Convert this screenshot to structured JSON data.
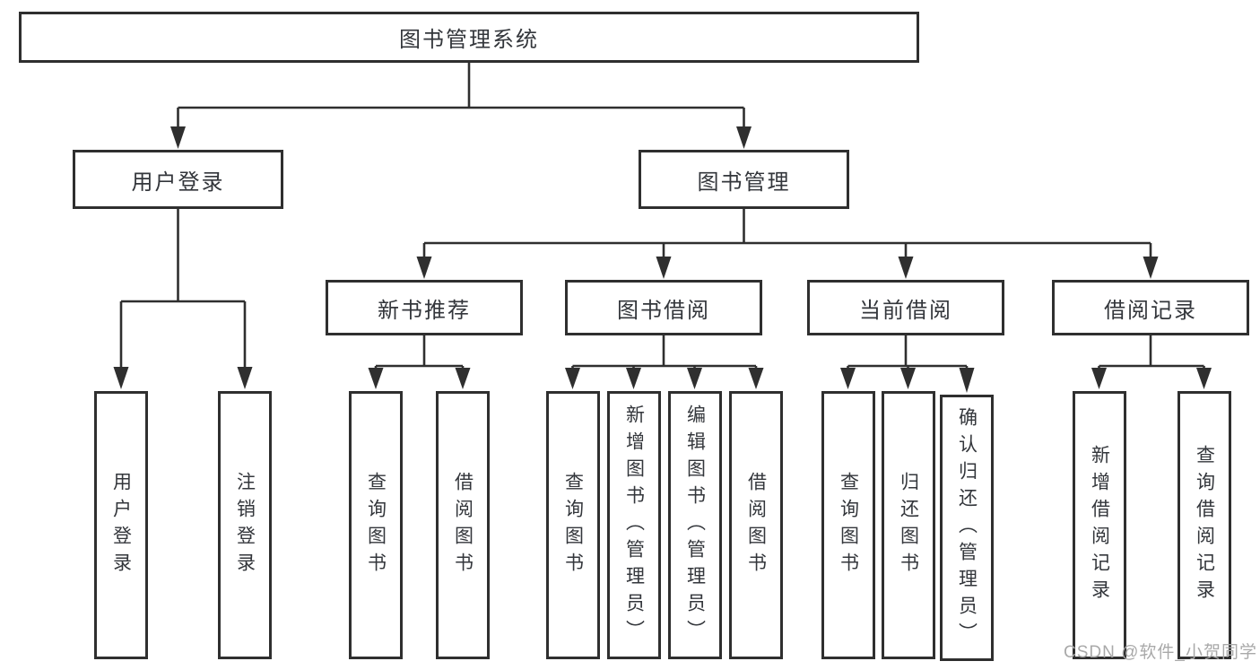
{
  "diagram": {
    "root": {
      "label": "图书管理系统"
    },
    "branches": [
      {
        "label": "用户登录",
        "children": [
          "用户登录",
          "注销登录"
        ]
      },
      {
        "label": "图书管理",
        "children": [
          {
            "label": "新书推荐",
            "children": [
              "查询图书",
              "借阅图书"
            ]
          },
          {
            "label": "图书借阅",
            "children": [
              "查询图书",
              "新增图书（管理员）",
              "编辑图书（管理员）",
              "借阅图书"
            ]
          },
          {
            "label": "当前借阅",
            "children": [
              "查询图书",
              "归还图书",
              "确认归还（管理员）"
            ]
          },
          {
            "label": "借阅记录",
            "children": [
              "新增借阅记录",
              "查询借阅记录"
            ]
          }
        ]
      }
    ]
  },
  "watermark": {
    "text": "CSDN @软件_小贺同学",
    "color": "#a9a9a9"
  },
  "colors": {
    "line": "#2f2f2f",
    "text": "#33363b",
    "background": "#ffffff"
  }
}
